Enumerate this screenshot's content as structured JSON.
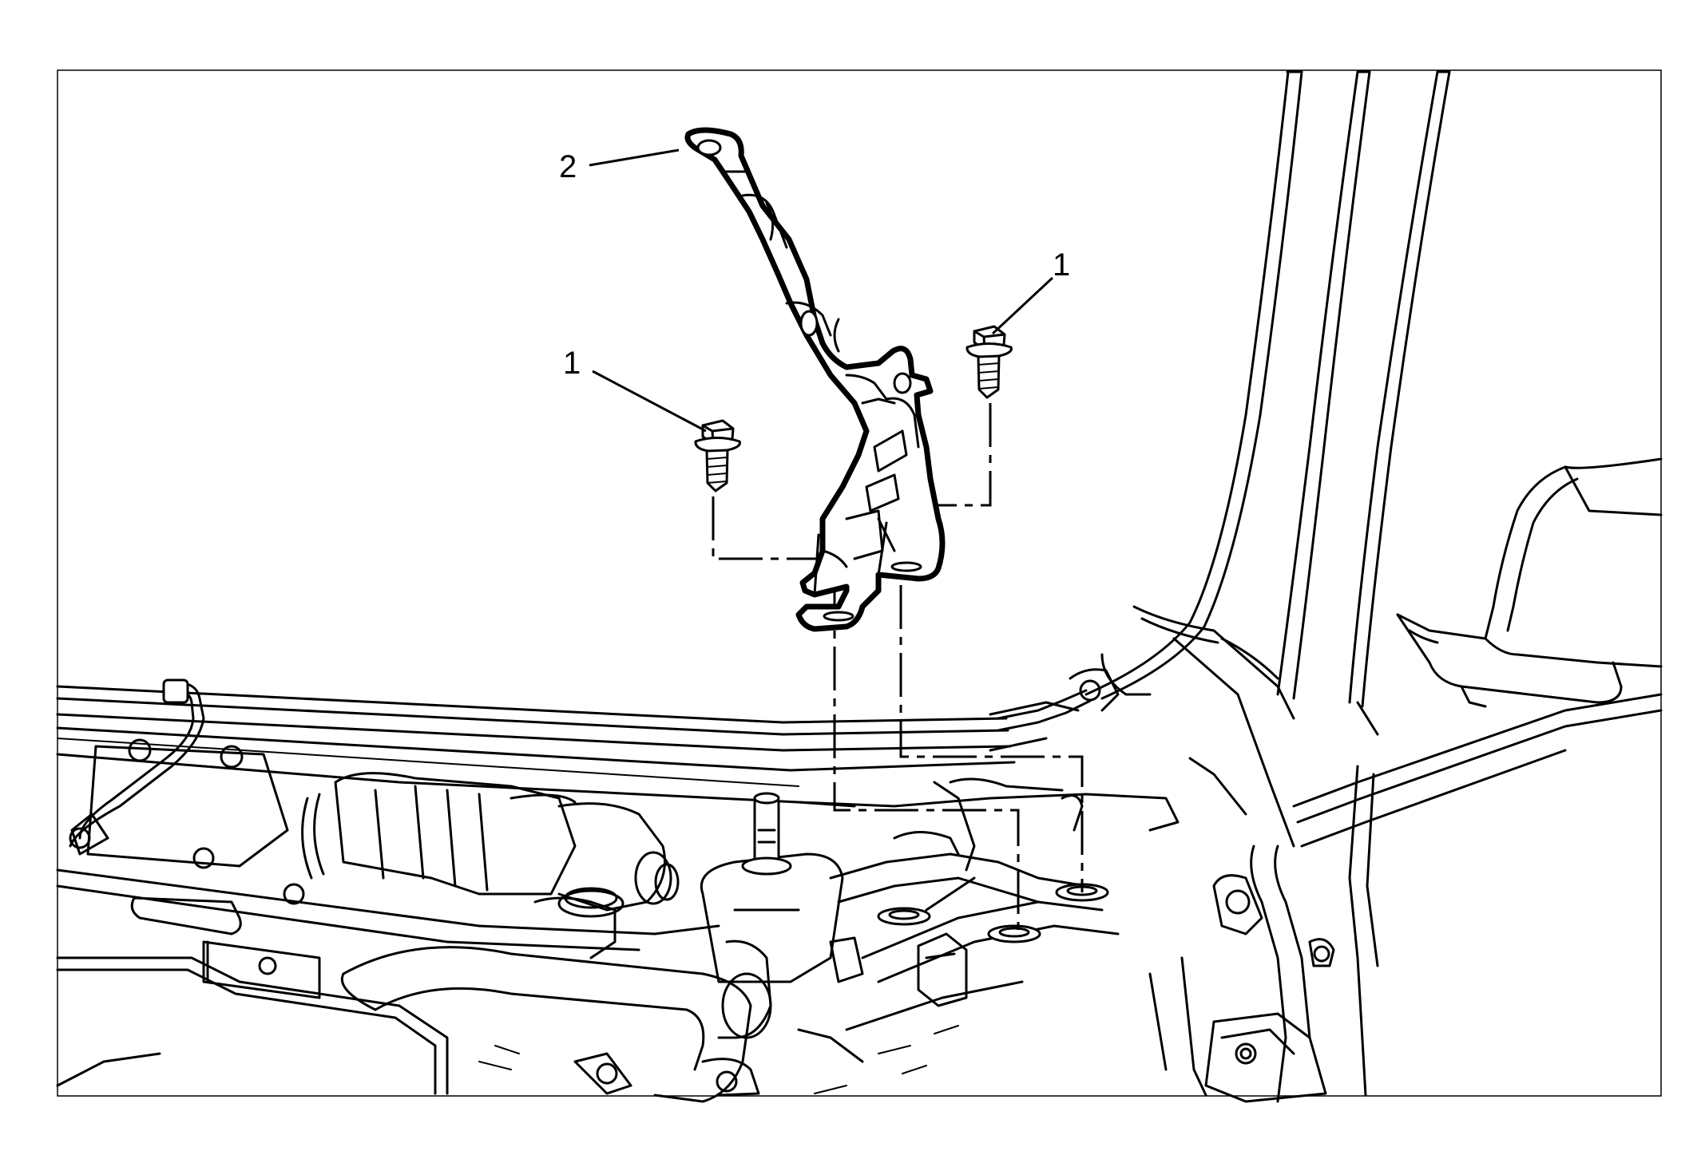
{
  "callouts": {
    "hinge": "2",
    "bolt_left": "1",
    "bolt_right": "1"
  },
  "colors": {
    "line": "#000000",
    "background": "#ffffff"
  }
}
